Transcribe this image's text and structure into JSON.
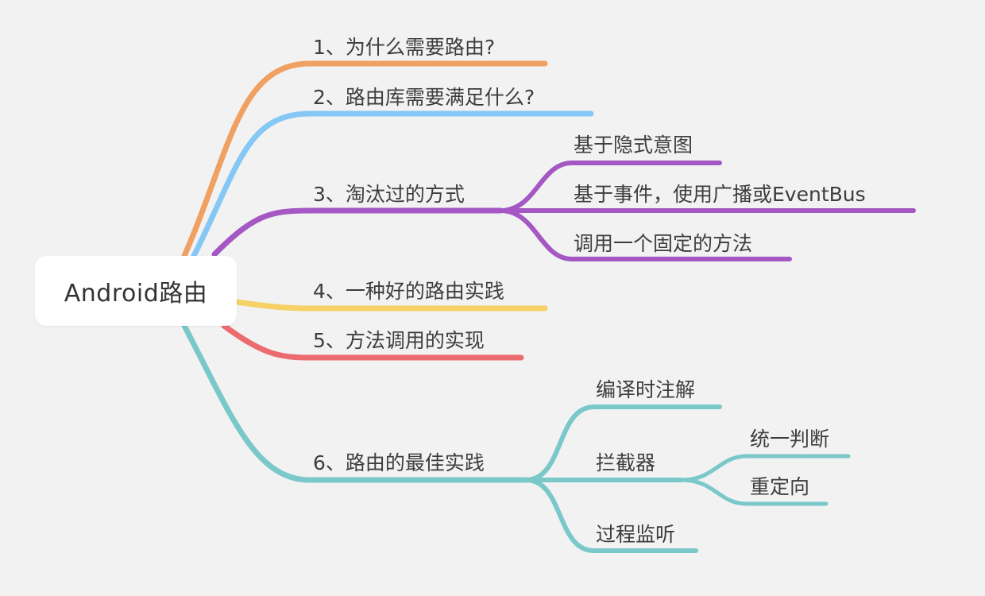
{
  "root": {
    "label": "Android路由"
  },
  "branches": [
    {
      "label": "1、为什么需要路由?",
      "color": "#f0a061"
    },
    {
      "label": "2、路由库需要满足什么?",
      "color": "#86c8f5"
    },
    {
      "label": "3、淘汰过的方式",
      "color": "#a558c3",
      "children": [
        {
          "label": "基于隐式意图"
        },
        {
          "label": "基于事件，使用广播或EventBus"
        },
        {
          "label": "调用一个固定的方法"
        }
      ]
    },
    {
      "label": "4、一种好的路由实践",
      "color": "#f5d166"
    },
    {
      "label": "5、方法调用的实现",
      "color": "#ec6b6e"
    },
    {
      "label": "6、路由的最佳实践",
      "color": "#7ac8c9",
      "children": [
        {
          "label": "编译时注解"
        },
        {
          "label": "拦截器",
          "children": [
            {
              "label": "统一判断"
            },
            {
              "label": "重定向"
            }
          ]
        },
        {
          "label": "过程监听"
        }
      ]
    }
  ]
}
